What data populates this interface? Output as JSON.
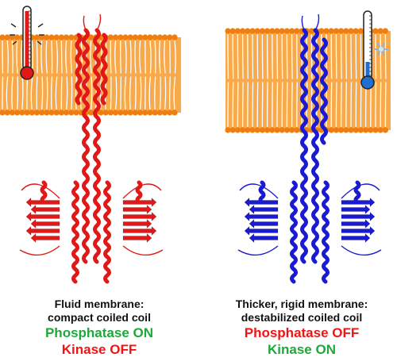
{
  "colors": {
    "membrane": "#f7a94c",
    "lipid_head": "#f07d10",
    "lipid_tail": "#ffffff",
    "protein_fluid": "#e01818",
    "protein_rigid": "#1a1ad0",
    "thermometer_hot": "#e01818",
    "thermometer_cold": "#1e6fd0",
    "on_color": "#1fa83a",
    "off_color": "#f01414"
  },
  "icons": {
    "left": "thermometer-hot-icon",
    "right": "thermometer-cold-icon",
    "snowflake": "snowflake-icon"
  },
  "left_panel": {
    "line1": "Fluid membrane:",
    "line2": "compact coiled coil",
    "phosphatase": "Phosphatase ON",
    "kinase": "Kinase OFF"
  },
  "right_panel": {
    "line1": "Thicker, rigid membrane:",
    "line2": "destabilized coiled coil",
    "phosphatase": "Phosphatase OFF",
    "kinase": "Kinase ON"
  }
}
